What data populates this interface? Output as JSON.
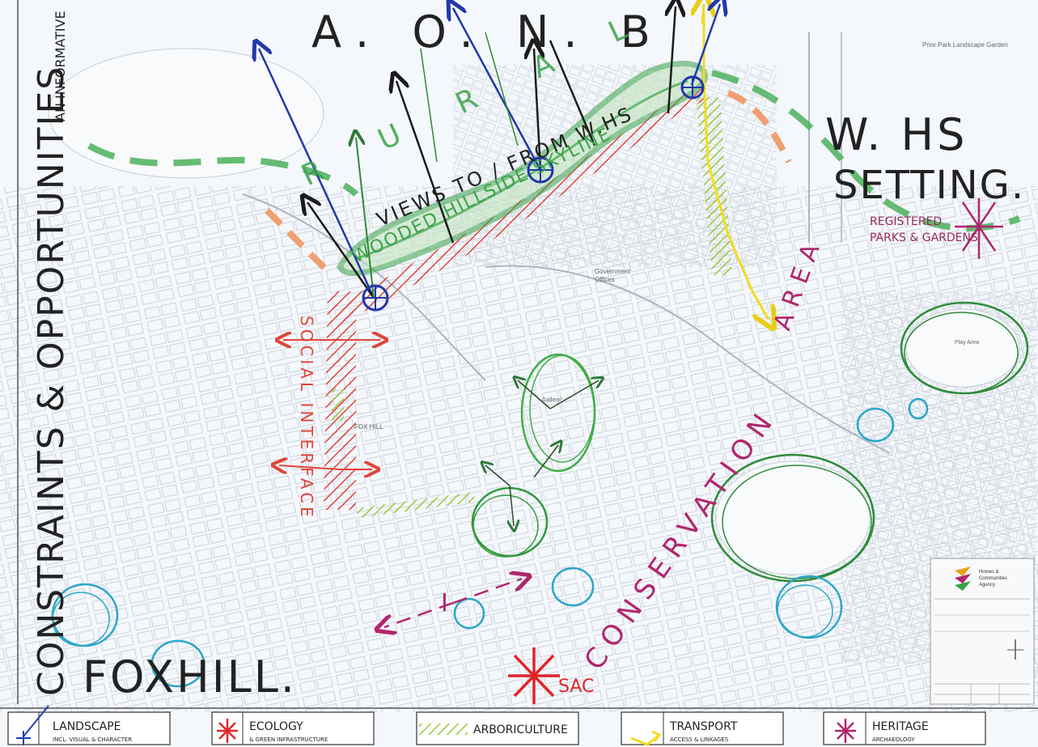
{
  "map": {
    "vertical_title": "CONSTRAINTS & OPPORTUNITIES",
    "vertical_subtitle": "AN INFORMATIVE",
    "aonb_label": "A. O. N. B",
    "whs_label": "W. HS",
    "setting_label": "SETTING.",
    "registered_label": "REGISTERED",
    "parks_label": "PARKS & GARDENS",
    "views_label": "VIEWS TO / FROM W.HS",
    "wooded_label": "WOODED HILLSIDE SKYLINE",
    "social_label": "SOCIAL INTERFACE",
    "conservation_label": "CONSERVATION",
    "area_label": "AREA",
    "foxhill_label": "FOXHILL.",
    "sac_label": "SAC",
    "rurall_label": "R U R A L",
    "small_labels": {
      "prior_park": "Prior Park Landscape Garden",
      "government_offices_1": "Government",
      "government_offices_2": "Offices",
      "foxhill_small": "FOX HILL",
      "gallery": "Gallery/...",
      "play_area": "Play Area"
    }
  },
  "logo": {
    "org_line1": "Homes &",
    "org_line2": "Communities",
    "org_line3": "Agency"
  },
  "legend": [
    {
      "title": "LANDSCAPE",
      "subtitle": "INCL. VISUAL & CHARACTER",
      "icon": "blue-compass-icon",
      "color": "#1f3fb0"
    },
    {
      "title": "ECOLOGY",
      "subtitle": "& GREEN INFRASTRUCTURE",
      "icon": "red-asterisk-icon",
      "color": "#e02828"
    },
    {
      "title": "ARBORICULTURE",
      "subtitle": "",
      "icon": "green-hatch-icon",
      "color": "#9cc83a"
    },
    {
      "title": "TRANSPORT",
      "subtitle": "ACCESS & LINKAGES",
      "icon": "yellow-arrow-icon",
      "color": "#f2dc22"
    },
    {
      "title": "HERITAGE",
      "subtitle": "ARCHAEOLOGY",
      "icon": "magenta-asterisk-icon",
      "color": "#b0266e"
    }
  ],
  "colors": {
    "background": "#f4f7fb",
    "street_lines": "#b9c3cc",
    "skyline_green": "#3aa34a",
    "dashed_green": "#4cb05a",
    "red_hatch": "#e0453a",
    "blue_view": "#2238a8",
    "black_arrow": "#1b1b1b",
    "magenta": "#b0266e",
    "cyan_circle": "#2aa6c8",
    "dark_green_circle": "#2f8a3a",
    "orange": "#f0a070"
  }
}
